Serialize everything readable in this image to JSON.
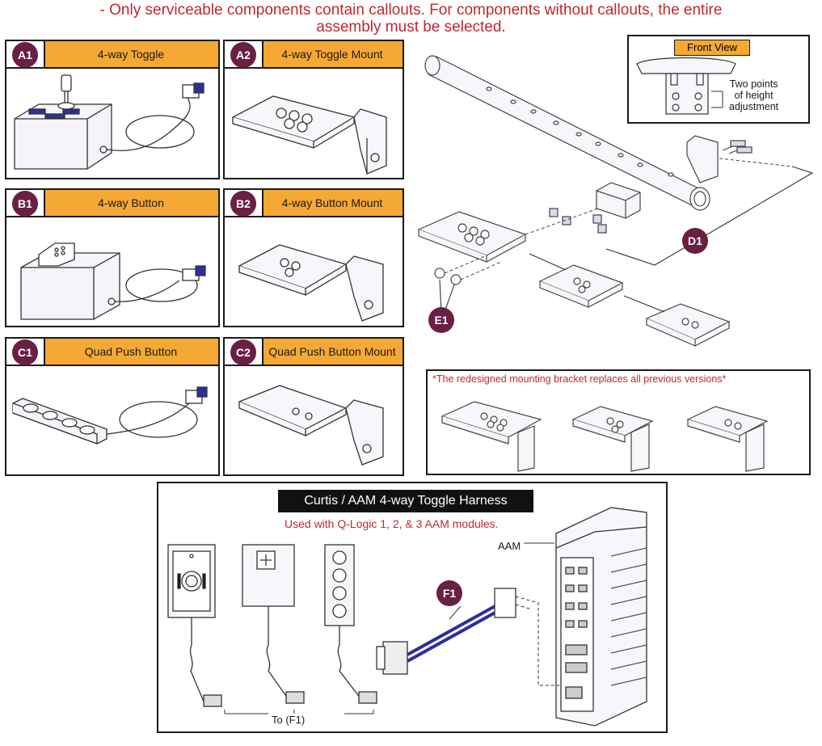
{
  "note": {
    "line1": "- Only serviceable components contain callouts. For components without callouts, the entire",
    "line2": "assembly must be selected."
  },
  "panels": [
    {
      "callout": "A1",
      "title": "4-way Toggle"
    },
    {
      "callout": "A2",
      "title": "4-way Toggle Mount"
    },
    {
      "callout": "B1",
      "title": "4-way Button"
    },
    {
      "callout": "B2",
      "title": "4-way Button Mount"
    },
    {
      "callout": "C1",
      "title": "Quad Push Button"
    },
    {
      "callout": "C2",
      "title": "Quad Push Button Mount"
    }
  ],
  "front_view": {
    "title": "Front View",
    "label_line1": "Two points",
    "label_line2": "of height",
    "label_line3": "adjustment"
  },
  "callouts": {
    "d1": "D1",
    "e1": "E1",
    "f1": "F1"
  },
  "redesign_note": "*The redesigned mounting bracket replaces all previous versions*",
  "harness": {
    "title": "Curtis / AAM 4-way Toggle Harness",
    "subtitle": "Used with Q-Logic 1, 2, & 3 AAM modules.",
    "aam_label": "AAM",
    "to_label": "To (F1)"
  },
  "colors": {
    "accent_orange": "#f5a834",
    "callout_purple": "#6a1f45",
    "note_red": "#c0282f",
    "harness_blue": "#2e2e9a"
  }
}
